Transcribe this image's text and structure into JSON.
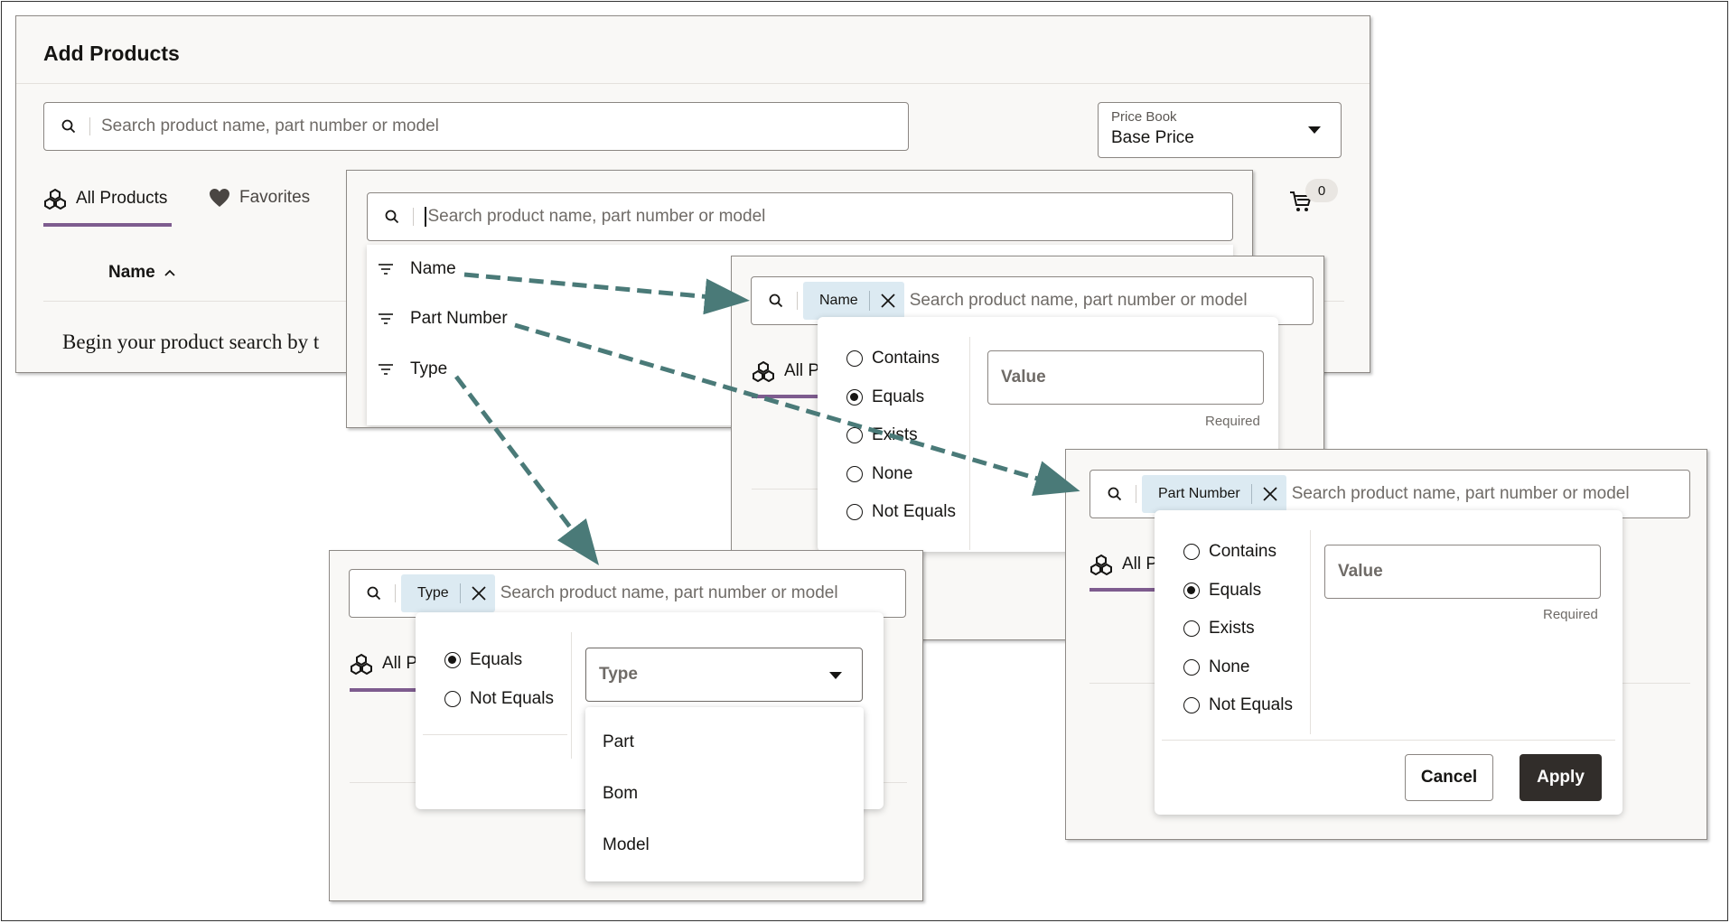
{
  "main": {
    "title": "Add Products",
    "search_placeholder": "Search product name, part number or model",
    "price_book_label": "Price Book",
    "price_book_value": "Base Price",
    "tab_all": "All Products",
    "tab_favorites": "Favorites",
    "cart_count": "0",
    "column_name": "Name",
    "begin_text": "Begin your product search by t"
  },
  "filter_menu": {
    "search_placeholder": "Search product name, part number or model",
    "items": [
      "Name",
      "Part Number",
      "Type"
    ]
  },
  "name_panel": {
    "chip": "Name",
    "search_placeholder": "Search product name, part number or model",
    "tab_partial": "All P",
    "options": [
      "Contains",
      "Equals",
      "Exists",
      "None",
      "Not Equals"
    ],
    "selected": "Equals",
    "value_placeholder": "Value",
    "required": "Required"
  },
  "part_panel": {
    "chip": "Part Number",
    "search_placeholder": "Search product name, part number or model",
    "tab_partial": "All P",
    "options": [
      "Contains",
      "Equals",
      "Exists",
      "None",
      "Not Equals"
    ],
    "selected": "Equals",
    "value_placeholder": "Value",
    "required": "Required",
    "cancel": "Cancel",
    "apply": "Apply"
  },
  "type_panel": {
    "chip": "Type",
    "search_placeholder": "Search product name, part number or model",
    "tab_partial": "All P",
    "options": [
      "Equals",
      "Not Equals"
    ],
    "selected": "Equals",
    "select_placeholder": "Type",
    "dropdown_items": [
      "Part",
      "Bom",
      "Model"
    ]
  },
  "colors": {
    "accent_underline": "#7e5c8f",
    "chip_bg": "#dceaf2",
    "arrow": "#4a7a78",
    "apply_bg": "#312d2a"
  }
}
